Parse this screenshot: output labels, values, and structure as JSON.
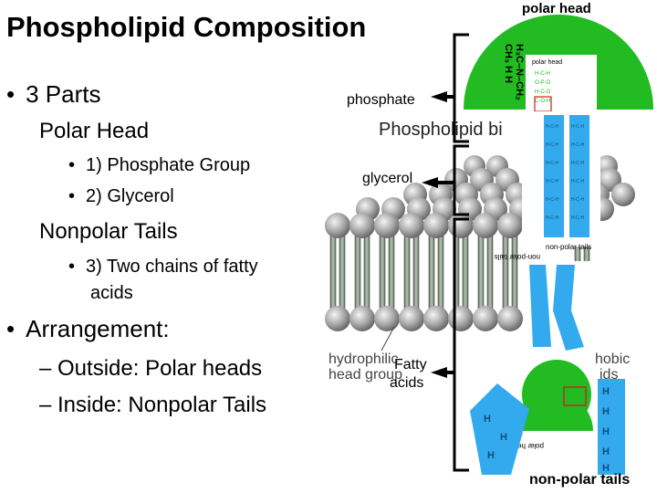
{
  "title": "Phospholipid Composition",
  "bullets": {
    "parts": "3 Parts",
    "polar_head": "Polar Head",
    "phosphate_group": "1) Phosphate Group",
    "glycerol_item": "2) Glycerol",
    "nonpolar_tails": "Nonpolar Tails",
    "fatty_acids_line1": "3) Two chains of fatty",
    "fatty_acids_line2": "acids",
    "arrangement": "Arrangement:",
    "outside": "– Outside: Polar heads",
    "inside": "– Inside: Nonpolar Tails"
  },
  "callouts": {
    "phosphate": "phosphate",
    "glycerol": "glycerol",
    "fatty_line1": "Fatty",
    "fatty_line2": "acids"
  },
  "figure": {
    "polar_head_label": "polar head",
    "bilayer_title": "Phospholipid bi",
    "inner_polar_head": "polar head",
    "non_polar_tails_small": "non-polar tails",
    "non_polar_tails_mirror": "non-polar tails",
    "hydrophilic_line1": "hydrophilic",
    "hydrophilic_line2": "head group",
    "hydrophobic_line1": "hobic",
    "hydrophobic_line2": "ids",
    "polar_head_mirror": "polar head",
    "non_polar_tails": "non-polar tails"
  },
  "colors": {
    "head_green": "#22bb22",
    "tail_blue": "#33aaee",
    "bead_grey": "#9a9a9a",
    "tail_grey": "#7f8f7f"
  }
}
